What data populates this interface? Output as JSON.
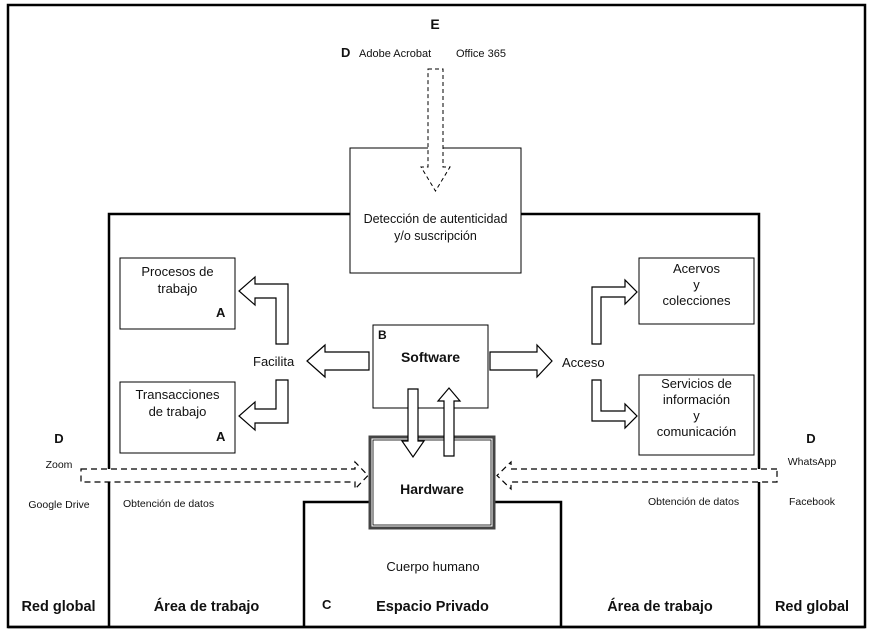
{
  "diagram": {
    "title_marker": "E",
    "top_apps": {
      "marker": "D",
      "items": [
        "Adobe Acrobat",
        "Office 365"
      ]
    },
    "authentication_box": {
      "label": "Detección de autenticidad y/o suscripción",
      "lines": [
        "Detección de autenticidad",
        "y/o suscripción"
      ]
    },
    "software_box": {
      "marker": "B",
      "label": "Software"
    },
    "hardware_box": {
      "label": "Hardware"
    },
    "left_branch": {
      "verb": "Facilita",
      "boxes": [
        {
          "lines": [
            "Procesos de",
            "trabajo"
          ],
          "marker": "A"
        },
        {
          "lines": [
            "Transacciones",
            "de trabajo"
          ],
          "marker": "A"
        }
      ]
    },
    "right_branch": {
      "verb": "Acceso",
      "boxes": [
        {
          "lines": [
            "Acervos",
            "y",
            "colecciones"
          ]
        },
        {
          "lines": [
            "Servicios de",
            "información",
            "y",
            "comunicación"
          ]
        }
      ]
    },
    "left_apps": {
      "marker": "D",
      "items": [
        "Zoom",
        "Google Drive"
      ]
    },
    "right_apps": {
      "marker": "D",
      "items": [
        "WhatsApp",
        "Facebook"
      ]
    },
    "data_flow_label_left": "Obtención de datos",
    "data_flow_label_right": "Obtención de datos",
    "private_space": {
      "inner_label": "Cuerpo humano",
      "marker": "C",
      "label": "Espacio Privado"
    },
    "zones": [
      "Red global",
      "Área de trabajo",
      "Espacio Privado",
      "Área de trabajo",
      "Red global"
    ]
  }
}
